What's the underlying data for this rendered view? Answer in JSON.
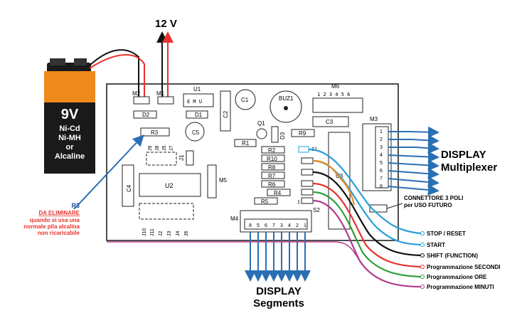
{
  "power": {
    "label": "12 V"
  },
  "battery": {
    "lines": [
      "9V",
      "Ni-Cd",
      "Ni-MH",
      "or",
      "Alcaline"
    ]
  },
  "components": {
    "M2": "M2",
    "M1": "M1",
    "U1": "U1",
    "U1_pins": "E  M  U",
    "C1": "C1",
    "C2": "C2",
    "C3": "C3",
    "C4": "C4",
    "C5": "C5",
    "BUZ1": "BUZ1",
    "M6": "M6",
    "M6_pins": "1 2 3 4 5 6",
    "D1": "D1",
    "D2": "D2",
    "D3": "D3",
    "Q1": "Q1",
    "R1": "R1",
    "R2": "R2",
    "R3": "R3",
    "R4": "R4",
    "R5": "R5",
    "R6": "R6",
    "R7": "R7",
    "R8": "R8",
    "R9": "R9",
    "R10": "R10",
    "U2": "U2",
    "M3": "M3",
    "M4": "M4",
    "M5": "M5",
    "S1": "S1",
    "S2": "S2",
    "J1": "J1",
    "U3": "U3"
  },
  "jumpers_top": [
    "J9",
    "J8",
    "J5",
    "J7"
  ],
  "jumpers_bottom": [
    "J10",
    "J11",
    "J2",
    "J3",
    "J4",
    "J6"
  ],
  "m3_pins": [
    "1",
    "2",
    "3",
    "4",
    "5",
    "6",
    "7",
    "8"
  ],
  "m4_pins": [
    "8",
    "5",
    "6",
    "7",
    "3",
    "4",
    "2",
    "1"
  ],
  "s2_pin1": "1",
  "annotation": {
    "title": "R3",
    "line1": "DA ELIMINARE",
    "line2": "quando si usa una",
    "line3": "normale pila alcalina",
    "line4": "non ricaricabile"
  },
  "display_mux": {
    "line1": "DISPLAY",
    "line2": "Multiplexer"
  },
  "display_seg": {
    "line1": "DISPLAY",
    "line2": "Segments"
  },
  "connettore": {
    "line1": "CONNETTORE 3 POLI",
    "line2": "per USO FUTURO"
  },
  "buttons": [
    {
      "label": "STOP / RESET",
      "color": "#2a9fd8"
    },
    {
      "label": "START",
      "color": "#2a9fd8"
    },
    {
      "label": "SHIFT (FUNCTION)",
      "color": "#111111"
    },
    {
      "label": "Programmazione SECONDI",
      "color": "#e8322b"
    },
    {
      "label": "Programmazione ORE",
      "color": "#2f9e3a"
    },
    {
      "label": "Programmazione MINUTI",
      "color": "#b13a8e"
    }
  ],
  "colors": {
    "arrow_blue": "#2a6fb3",
    "wire_orange": "#f08a1c",
    "wire_red": "#e8322b",
    "wire_black": "#111111",
    "wire_green": "#2f9e3a",
    "wire_blue": "#2a9fd8",
    "wire_magenta": "#b13a8e",
    "battery_orange": "#f08a1c",
    "annotation_red": "#e8322b",
    "annotation_blue": "#1f4f9e"
  }
}
